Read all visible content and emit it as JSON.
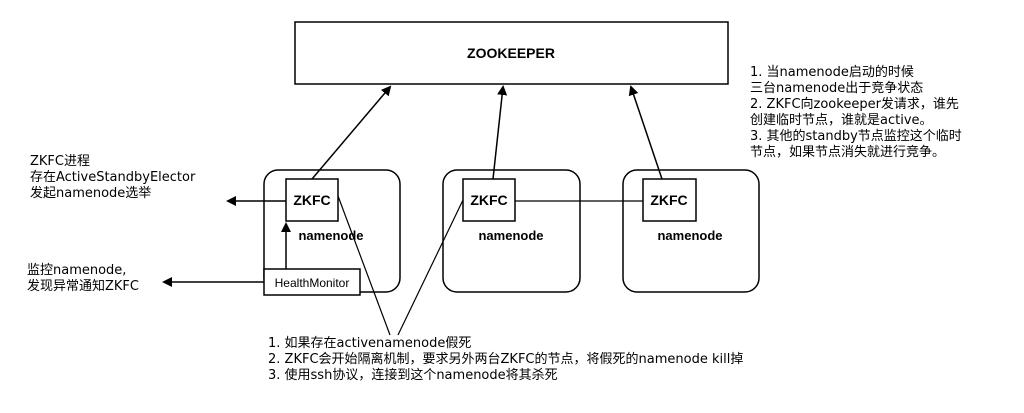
{
  "zookeeper": {
    "label": "ZOOKEEPER"
  },
  "nodes": [
    {
      "zkfc_label": "ZKFC",
      "node_label": "namenode"
    },
    {
      "zkfc_label": "ZKFC",
      "node_label": "namenode"
    },
    {
      "zkfc_label": "ZKFC",
      "node_label": "namenode"
    }
  ],
  "health_monitor": {
    "label": "HealthMonitor"
  },
  "notes": {
    "zkfc_process": [
      "ZKFC进程",
      "存在ActiveStandbyElector",
      "发起namenode选举"
    ],
    "monitor": [
      "监控namenode,",
      "发现异常通知ZKFC"
    ],
    "election": [
      "1. 当namenode启动的时候",
      "三台namenode出于竞争状态",
      "2. ZKFC向zookeeper发请求，谁先",
      "创建临时节点，谁就是active。",
      "3. 其他的standby节点监控这个临时",
      "节点，如果节点消失就进行竞争。"
    ],
    "fencing": [
      "1. 如果存在activenamenode假死",
      "2. ZKFC会开始隔离机制，要求另外两台ZKFC的节点，将假死的namenode kill掉",
      "3. 使用ssh协议，连接到这个namenode将其杀死"
    ]
  }
}
